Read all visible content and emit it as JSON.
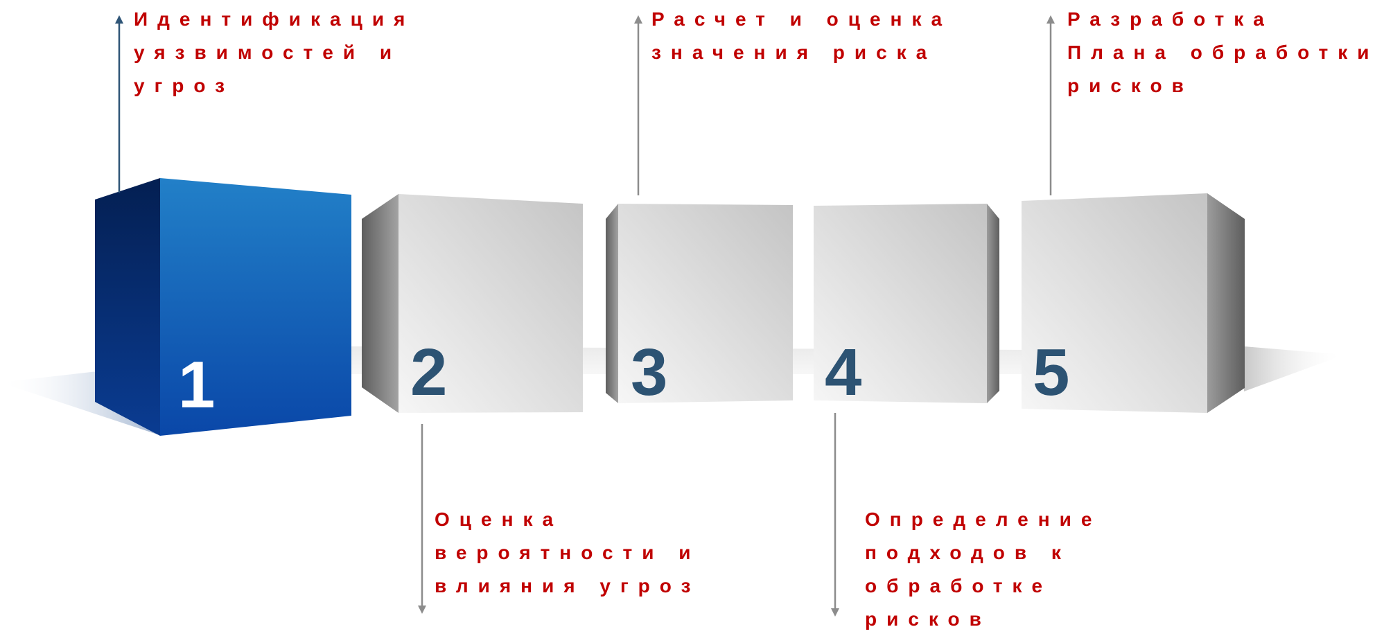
{
  "colors": {
    "caption_text": "#c00000",
    "number_dark": "#2d5373",
    "number_light": "#ffffff",
    "cube_blue_front": "#1a63b8",
    "cube_blue_side": "#062a66",
    "cube_grey_front": "#dcdcdc",
    "cube_grey_side": "#7a7a7a",
    "arrow_blue": "#2f5577",
    "arrow_grey": "#8c8c8c"
  },
  "steps": [
    {
      "number": "1",
      "lines": [
        "Идентификация",
        "уязвимостей и",
        "угроз"
      ]
    },
    {
      "number": "2",
      "lines": [
        "Оценка",
        "вероятности и",
        "влияния угроз"
      ]
    },
    {
      "number": "3",
      "lines": [
        "Расчет и оценка",
        "значения риска"
      ]
    },
    {
      "number": "4",
      "lines": [
        "Определение",
        "подходов к",
        "обработке",
        "рисков"
      ]
    },
    {
      "number": "5",
      "lines": [
        "Разработка",
        "Плана обработки",
        "рисков"
      ]
    }
  ]
}
